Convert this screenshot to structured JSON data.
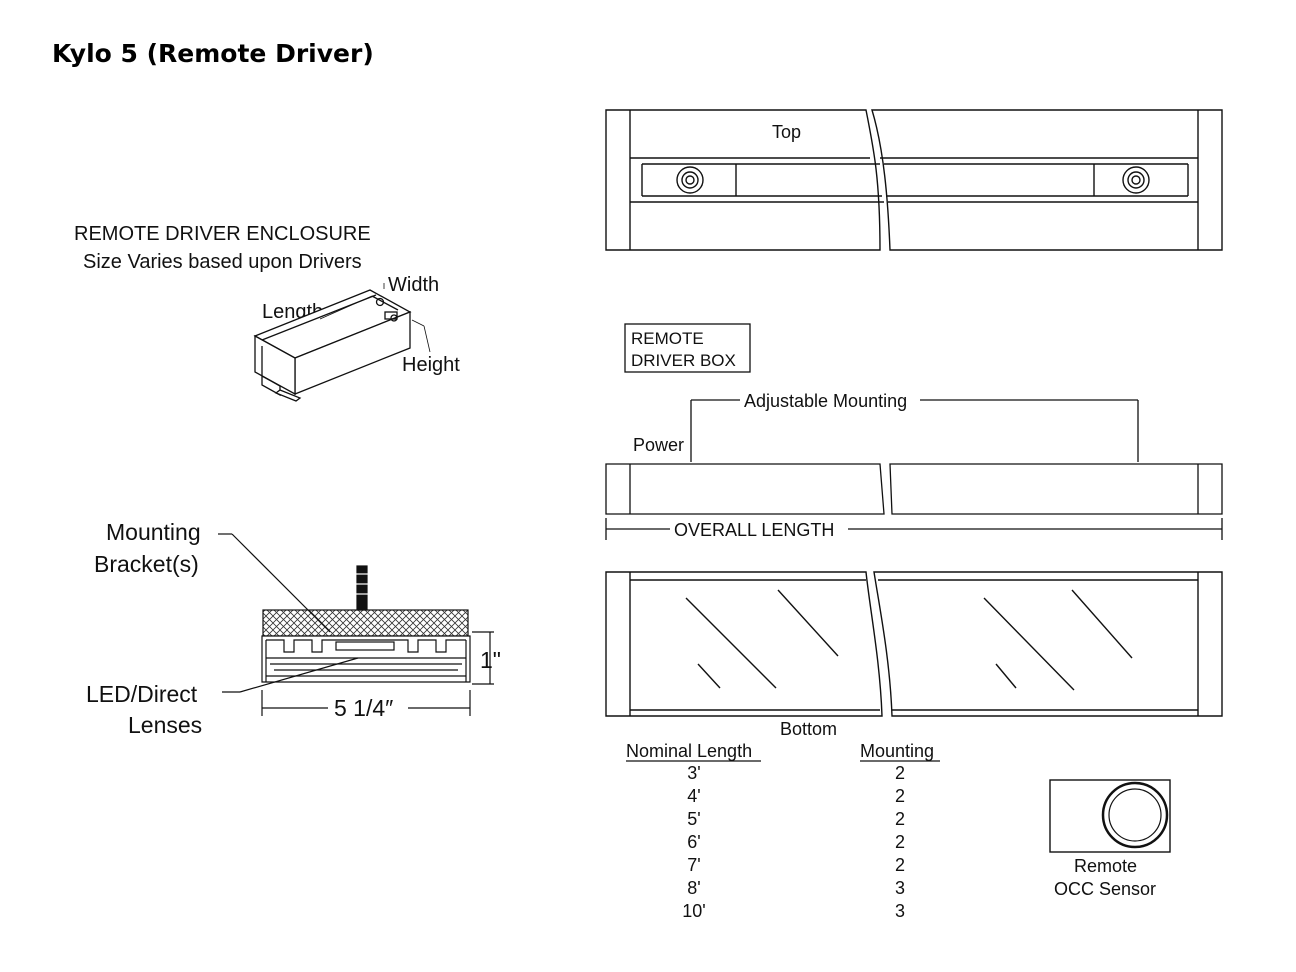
{
  "title": "Kylo 5 (Remote Driver)",
  "enclosure": {
    "heading": "REMOTE DRIVER ENCLOSURE",
    "subheading": "Size Varies based upon Drivers",
    "length_label": "Length",
    "width_label": "Width",
    "height_label": "Height"
  },
  "section": {
    "bracket_label_line1": "Mounting",
    "bracket_label_line2": "Bracket(s)",
    "lens_label_line1": "LED/Direct",
    "lens_label_line2": "Lenses",
    "height_dim": "1\"",
    "width_dim": "5 1/4″"
  },
  "top_view": {
    "label": "Top"
  },
  "side_view": {
    "driver_box_line1": "REMOTE",
    "driver_box_line2": "DRIVER BOX",
    "power_label": "Power",
    "mounting_label": "Adjustable Mounting",
    "overall_label": "OVERALL LENGTH"
  },
  "bottom_view": {
    "label": "Bottom"
  },
  "table": {
    "headers": [
      "Nominal Length",
      "Mounting"
    ],
    "rows": [
      [
        "3'",
        "2"
      ],
      [
        "4'",
        "2"
      ],
      [
        "5'",
        "2"
      ],
      [
        "6'",
        "2"
      ],
      [
        "7'",
        "2"
      ],
      [
        "8'",
        "3"
      ],
      [
        "10'",
        "3"
      ]
    ]
  },
  "sensor": {
    "label_line1": "Remote",
    "label_line2": "OCC Sensor"
  }
}
